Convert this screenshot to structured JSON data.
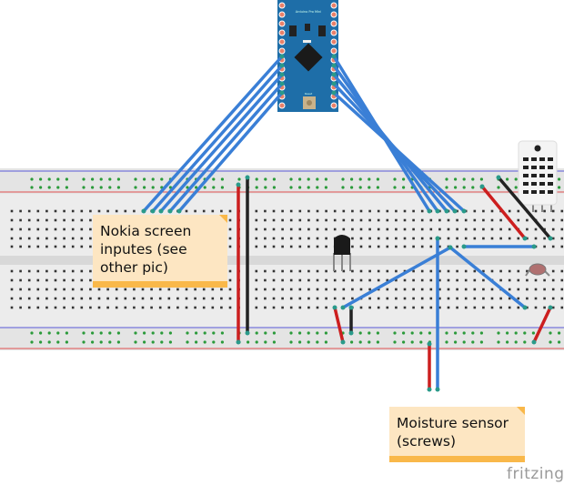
{
  "notes": {
    "nokia": "Nokia screen inputes (see other pic)",
    "moisture": "Moisture sensor (screws)"
  },
  "logo": "fritzing",
  "arduino": {
    "label": "Arduino Pro Mini",
    "reset_label": "Reset"
  },
  "colors": {
    "breadboard": "#e6e6e6",
    "rail_blue": "#5a5ad8",
    "rail_red": "#e05050",
    "wire_blue": "#3a7fd6",
    "wire_red": "#cc1f1f",
    "wire_black": "#222222",
    "arduino_board": "#1e6ea8",
    "note_bg": "#fde6c2",
    "note_band": "#f9b84a"
  }
}
